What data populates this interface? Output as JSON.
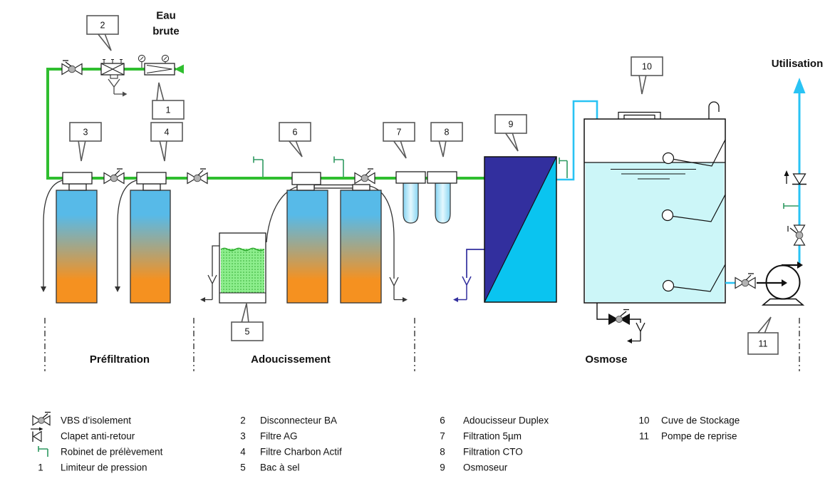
{
  "labels": {
    "eau_brute_line1": "Eau",
    "eau_brute_line2": "brute",
    "utilisation": "Utilisation"
  },
  "sections": {
    "prefiltration": "Préfiltration",
    "adoucissement": "Adoucissement",
    "osmose": "Osmose"
  },
  "callouts": [
    "1",
    "2",
    "3",
    "4",
    "5",
    "6",
    "7",
    "8",
    "9",
    "10",
    "11"
  ],
  "legend": {
    "col1": [
      {
        "symbol": "vbs-valve-icon",
        "label": "VBS d’isolement"
      },
      {
        "symbol": "check-valve-icon",
        "label": "Clapet anti-retour"
      },
      {
        "symbol": "sampling-tap-icon",
        "label": "Robinet de prélèvement"
      },
      {
        "num": "1",
        "label": "Limiteur de pression"
      }
    ],
    "col2": [
      {
        "num": "2",
        "label": "Disconnecteur BA"
      },
      {
        "num": "3",
        "label": "Filtre AG"
      },
      {
        "num": "4",
        "label": "Filtre Charbon Actif"
      },
      {
        "num": "5",
        "label": "Bac à sel"
      }
    ],
    "col3": [
      {
        "num": "6",
        "label": "Adoucisseur Duplex"
      },
      {
        "num": "7",
        "label": "Filtration 5µm"
      },
      {
        "num": "8",
        "label": "Filtration CTO"
      },
      {
        "num": "9",
        "label": "Osmoseur"
      }
    ],
    "col4": [
      {
        "num": "10",
        "label": "Cuve de Stockage"
      },
      {
        "num": "11",
        "label": "Pompe de reprise"
      }
    ]
  },
  "colors": {
    "pipe_green": "#2FBE2F",
    "tap_green": "#2E9960",
    "pipe_cyan": "#29C3F4",
    "navy": "#322F9E",
    "osmo_cyan": "#0AC4F0",
    "water": "#CCF6F8",
    "salt": "#8DEE8D",
    "tank_top": "#57BAE8",
    "tank_bottom": "#F59120",
    "cart": "#86D4F2"
  }
}
